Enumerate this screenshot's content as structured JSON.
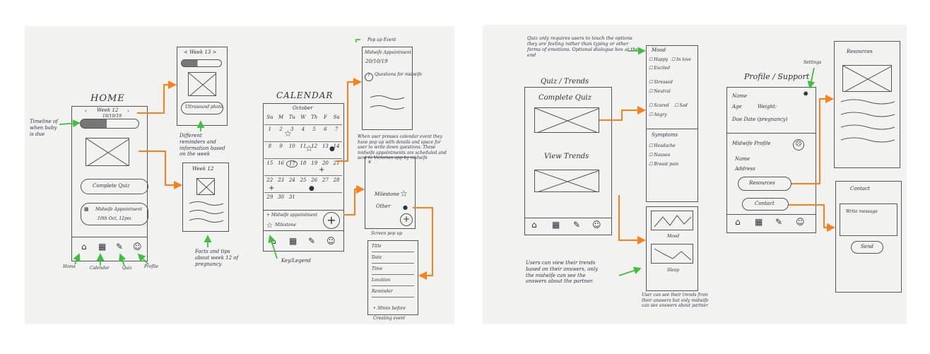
{
  "colors": {
    "sheet": "#f2f2f0",
    "pencil": "#555555",
    "green_arrow": "#3fbf3f",
    "orange_arrow": "#ff7f1a"
  },
  "left_page": {
    "home": {
      "title": "HOME",
      "week_label": "Week 12",
      "week_sub": "19/10/19",
      "complete_quiz": "Complete Quiz",
      "midwife_appt": "Midwife Appointment",
      "appt_time": "10th Oct, 12pm",
      "nav_icons": [
        "home-icon",
        "calendar-icon",
        "pencil-icon",
        "profile-icon"
      ],
      "nav_labels": [
        "Home",
        "Calendar",
        "Quiz",
        "Profile"
      ],
      "timeline_note": "Timeline of when baby is due"
    },
    "week_panel_top": {
      "label": "< Week 13 >",
      "ultrasound": "Ultrasound photo",
      "note": "Different reminders and information based on the week"
    },
    "week_panel_12": {
      "label": "Week 12",
      "note": "Facts and tips about week 12 of pregnancy"
    },
    "calendar": {
      "title": "CALENDAR",
      "month": "October",
      "weekdays": [
        "Su",
        "M",
        "Tu",
        "W",
        "Th",
        "F",
        "Sa"
      ],
      "rows": [
        [
          "1",
          "2",
          "3",
          "4",
          "5",
          "6",
          "7"
        ],
        [
          "8",
          "9",
          "10",
          "11",
          "12",
          "13",
          "14"
        ],
        [
          "15",
          "16",
          "17",
          "18",
          "19",
          "20",
          "21"
        ],
        [
          "22",
          "23",
          "24",
          "25",
          "26",
          "27",
          "28"
        ],
        [
          "29",
          "30",
          "31",
          "",
          "",
          "",
          ""
        ]
      ],
      "legend_1": "+ Midwife appointment",
      "legend_2": "Milestone",
      "legend_note": "Key/Legend"
    },
    "popup_event": {
      "heading": "Pop up Event",
      "title": "Midwife Appointment",
      "date": "20/10/19",
      "questions": "Questions for midwife",
      "note": "When user presses calendar event they have pop up with details and space for user to write down questions. These midwife appointments are scheduled and sent to Victorian app by midwife"
    },
    "screen_popup": {
      "close": "x",
      "milestone": "Milestone",
      "other": "Other",
      "caption": "Screen pop up"
    },
    "create_event": {
      "fields": [
        "Title",
        "Date",
        "Time",
        "Location",
        "Reminder"
      ],
      "reminder_value": "• 30min before",
      "caption": "Creating event"
    }
  },
  "right_page": {
    "quiz_note": "Quiz only requires users to touch the options they are feeling rather than typing or other forms of emotions. Optional dialogue box at the end",
    "quiz_trends": {
      "title": "Quiz / Trends",
      "complete_quiz": "Complete Quiz",
      "view_trends": "View Trends"
    },
    "mood_panel": {
      "mood": "Mood",
      "options": [
        "Happy",
        "In love",
        "Excited",
        "Stressed",
        "Neutral",
        "Scared",
        "Sad",
        "Angry"
      ],
      "symptoms": "Symptoms",
      "symptom_options": [
        "Headache",
        "Nausea",
        "Breast pain"
      ]
    },
    "trend_panel": {
      "mood": "Mood",
      "sleep": "Sleep",
      "note": "User can see their trends from their answers but only midwife can see answers about partner"
    },
    "trends_note": "Users can view their trends based on their answers, only the midwife can see the answers about the partner.",
    "profile": {
      "title": "Profile / Support",
      "settings": "Settings",
      "name": "Name",
      "age": "Age",
      "weight": "Weight:",
      "due": "Due Date (pregnancy)",
      "midwife_profile": "Midwife Profile",
      "mw_name": "Name",
      "mw_address": "Address",
      "resources_btn": "Resources",
      "contact_btn": "Contact"
    },
    "resources_panel": {
      "title": "Resources"
    },
    "contact_panel": {
      "title": "Contact",
      "write": "Write message",
      "send": "Send"
    }
  }
}
